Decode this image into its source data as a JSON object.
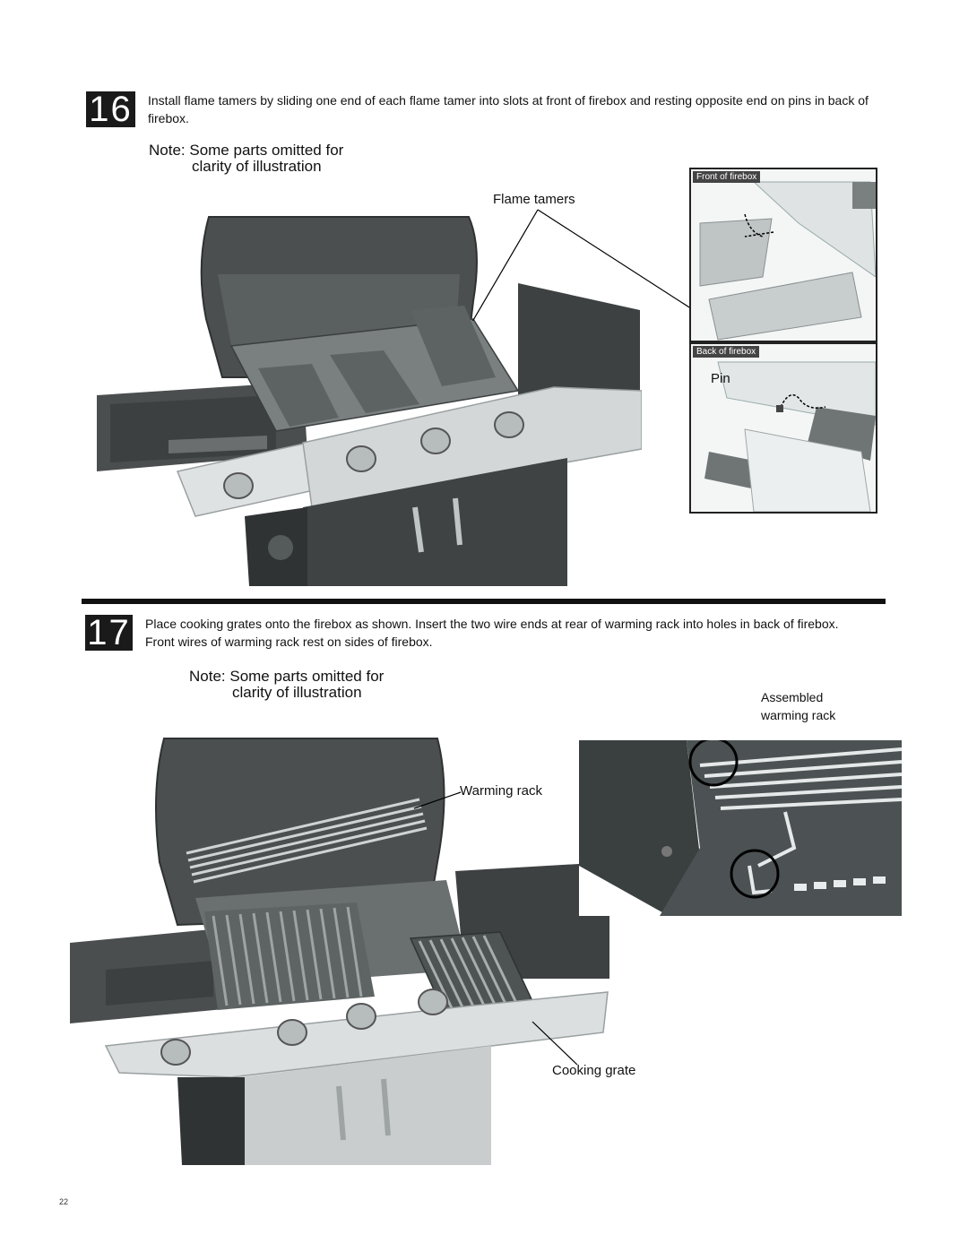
{
  "step16": {
    "number": "16",
    "instruction": "Install flame tamers by sliding one end of each flame tamer into slots at front of firebox and resting opposite end on pins in back of firebox.",
    "note_line1": "Note: Some parts omitted for",
    "note_line2": "clarity of illustration",
    "callout_flame_tamers": "Flame tamers",
    "inset_front_tag": "Front of firebox",
    "inset_back_tag": "Back of firebox",
    "callout_pin": "Pin"
  },
  "step17": {
    "number": "17",
    "instruction": "Place cooking grates onto the firebox as shown. Insert the two wire ends at rear of warming rack into holes in back of firebox. Front wires of warming rack rest on sides of firebox.",
    "note_line1": "Note: Some parts omitted for",
    "note_line2": "clarity of illustration",
    "callout_assembled_line1": "Assembled",
    "callout_assembled_line2": "warming rack",
    "callout_warming_rack": "Warming rack",
    "callout_cooking_grate": "Cooking grate"
  },
  "page_number": "22"
}
